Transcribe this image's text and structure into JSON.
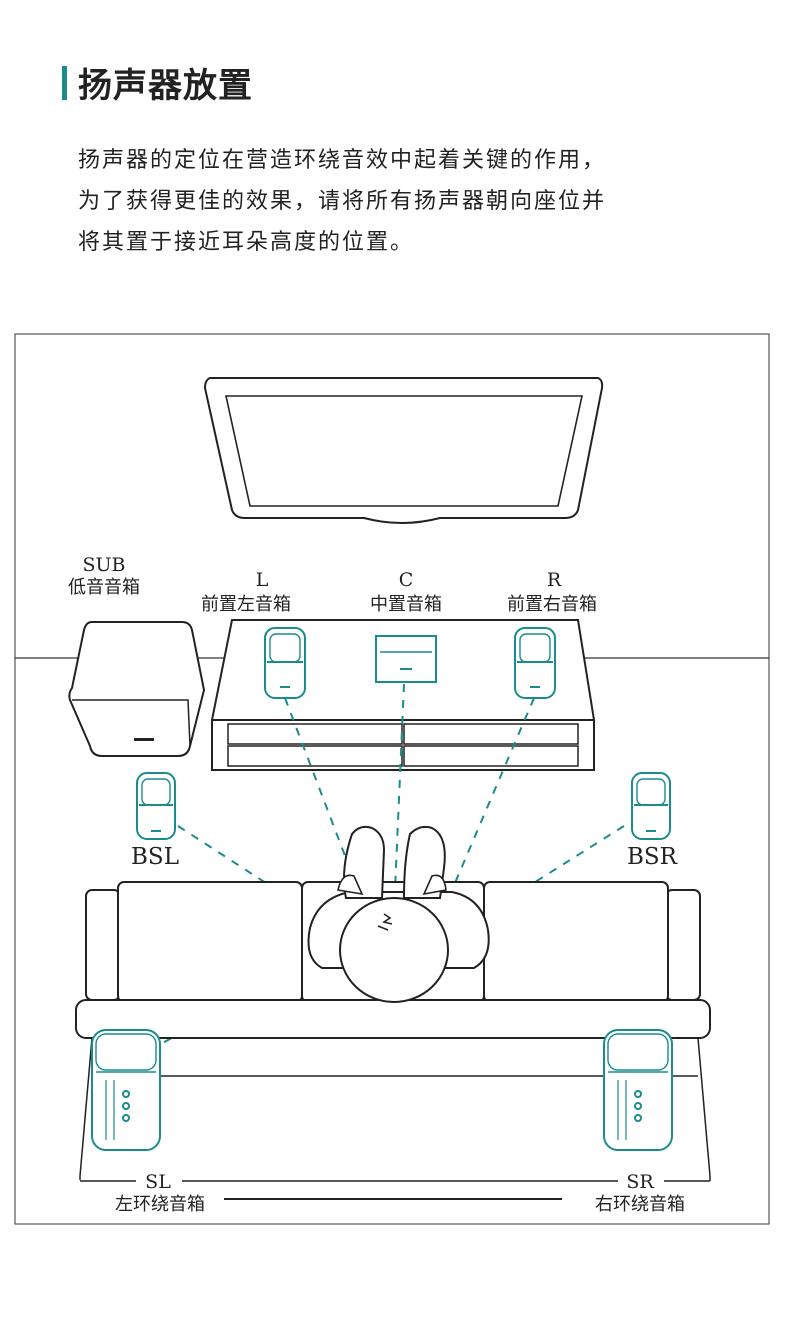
{
  "page": {
    "title": "扬声器放置",
    "intro_lines": [
      "扬声器的定位在营造环绕音效中起着关键的作用，",
      "为了获得更佳的效果，请将所有扬声器朝向座位并",
      "将其置于接近耳朵高度的位置。"
    ]
  },
  "diagram": {
    "speakers": {
      "sub": {
        "code": "SUB",
        "name": "低音音箱"
      },
      "left": {
        "code": "L",
        "name": "前置左音箱"
      },
      "center": {
        "code": "C",
        "name": "中置音箱"
      },
      "right": {
        "code": "R",
        "name": "前置右音箱"
      },
      "bsl": {
        "code": "BSL"
      },
      "bsr": {
        "code": "BSR"
      },
      "sl": {
        "code": "SL",
        "name": "左环绕音箱"
      },
      "sr": {
        "code": "SR",
        "name": "右环绕音箱"
      }
    },
    "colors": {
      "accent": "#1a8c8c",
      "line": "#222222"
    }
  }
}
